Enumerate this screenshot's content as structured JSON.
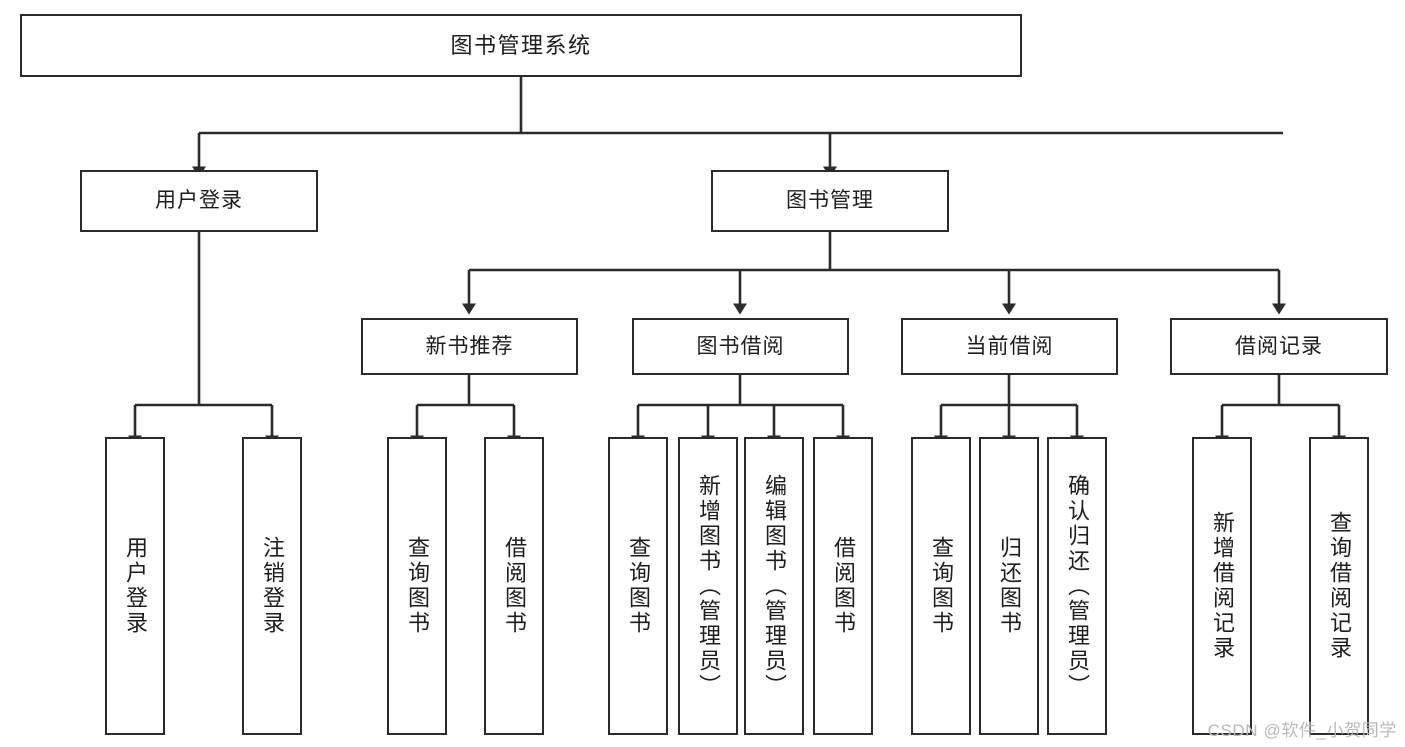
{
  "diagram": {
    "title": "图书管理系统",
    "watermark": "CSDN @软件_小贺同学",
    "colors": {
      "box_border": "#2b2b2b",
      "box_fill": "#ffffff",
      "connector": "#2b2b2b",
      "text": "#1d1d1d",
      "watermark": "#b9b9b9",
      "background": "#ffffff"
    }
  },
  "chart_data": {
    "type": "diagram",
    "subtype": "tree",
    "title": "图书管理系统",
    "orientation": "top-down",
    "levels": 4,
    "nodes": [
      {
        "id": "root",
        "label": "图书管理系统",
        "level": 1,
        "parent": null,
        "orientation": "horizontal"
      },
      {
        "id": "login",
        "label": "用户登录",
        "level": 2,
        "parent": "root",
        "orientation": "horizontal"
      },
      {
        "id": "bookmgmt",
        "label": "图书管理",
        "level": 2,
        "parent": "root",
        "orientation": "horizontal"
      },
      {
        "id": "newrec",
        "label": "新书推荐",
        "level": 3,
        "parent": "bookmgmt",
        "orientation": "horizontal"
      },
      {
        "id": "borrow",
        "label": "图书借阅",
        "level": 3,
        "parent": "bookmgmt",
        "orientation": "horizontal"
      },
      {
        "id": "current",
        "label": "当前借阅",
        "level": 3,
        "parent": "bookmgmt",
        "orientation": "horizontal"
      },
      {
        "id": "records",
        "label": "借阅记录",
        "level": 3,
        "parent": "bookmgmt",
        "orientation": "horizontal"
      },
      {
        "id": "l-login",
        "label": "用户登录",
        "level": 4,
        "parent": "login",
        "orientation": "vertical"
      },
      {
        "id": "l-logout",
        "label": "注销登录",
        "level": 4,
        "parent": "login",
        "orientation": "vertical"
      },
      {
        "id": "l-q1",
        "label": "查询图书",
        "level": 4,
        "parent": "newrec",
        "orientation": "vertical"
      },
      {
        "id": "l-b1",
        "label": "借阅图书",
        "level": 4,
        "parent": "newrec",
        "orientation": "vertical"
      },
      {
        "id": "l-q2",
        "label": "查询图书",
        "level": 4,
        "parent": "borrow",
        "orientation": "vertical"
      },
      {
        "id": "l-add",
        "label": "新增图书（管理员）",
        "level": 4,
        "parent": "borrow",
        "orientation": "vertical"
      },
      {
        "id": "l-edit",
        "label": "编辑图书（管理员）",
        "level": 4,
        "parent": "borrow",
        "orientation": "vertical"
      },
      {
        "id": "l-b2",
        "label": "借阅图书",
        "level": 4,
        "parent": "borrow",
        "orientation": "vertical"
      },
      {
        "id": "l-q3",
        "label": "查询图书",
        "level": 4,
        "parent": "current",
        "orientation": "vertical"
      },
      {
        "id": "l-return",
        "label": "归还图书",
        "level": 4,
        "parent": "current",
        "orientation": "vertical"
      },
      {
        "id": "l-confirm",
        "label": "确认归还（管理员）",
        "level": 4,
        "parent": "current",
        "orientation": "vertical"
      },
      {
        "id": "l-addrec",
        "label": "新增借阅记录",
        "level": 4,
        "parent": "records",
        "orientation": "vertical"
      },
      {
        "id": "l-qrec",
        "label": "查询借阅记录",
        "level": 4,
        "parent": "records",
        "orientation": "vertical"
      }
    ],
    "edges": [
      {
        "from": "root",
        "to": "login"
      },
      {
        "from": "root",
        "to": "bookmgmt"
      },
      {
        "from": "bookmgmt",
        "to": "newrec"
      },
      {
        "from": "bookmgmt",
        "to": "borrow"
      },
      {
        "from": "bookmgmt",
        "to": "current"
      },
      {
        "from": "bookmgmt",
        "to": "records"
      },
      {
        "from": "login",
        "to": "l-login"
      },
      {
        "from": "login",
        "to": "l-logout"
      },
      {
        "from": "newrec",
        "to": "l-q1"
      },
      {
        "from": "newrec",
        "to": "l-b1"
      },
      {
        "from": "borrow",
        "to": "l-q2"
      },
      {
        "from": "borrow",
        "to": "l-add"
      },
      {
        "from": "borrow",
        "to": "l-edit"
      },
      {
        "from": "borrow",
        "to": "l-b2"
      },
      {
        "from": "current",
        "to": "l-q3"
      },
      {
        "from": "current",
        "to": "l-return"
      },
      {
        "from": "current",
        "to": "l-confirm"
      },
      {
        "from": "records",
        "to": "l-addrec"
      },
      {
        "from": "records",
        "to": "l-qrec"
      }
    ],
    "edge_style": "orthogonal-with-arrowheads",
    "legend": null,
    "grid": false
  }
}
